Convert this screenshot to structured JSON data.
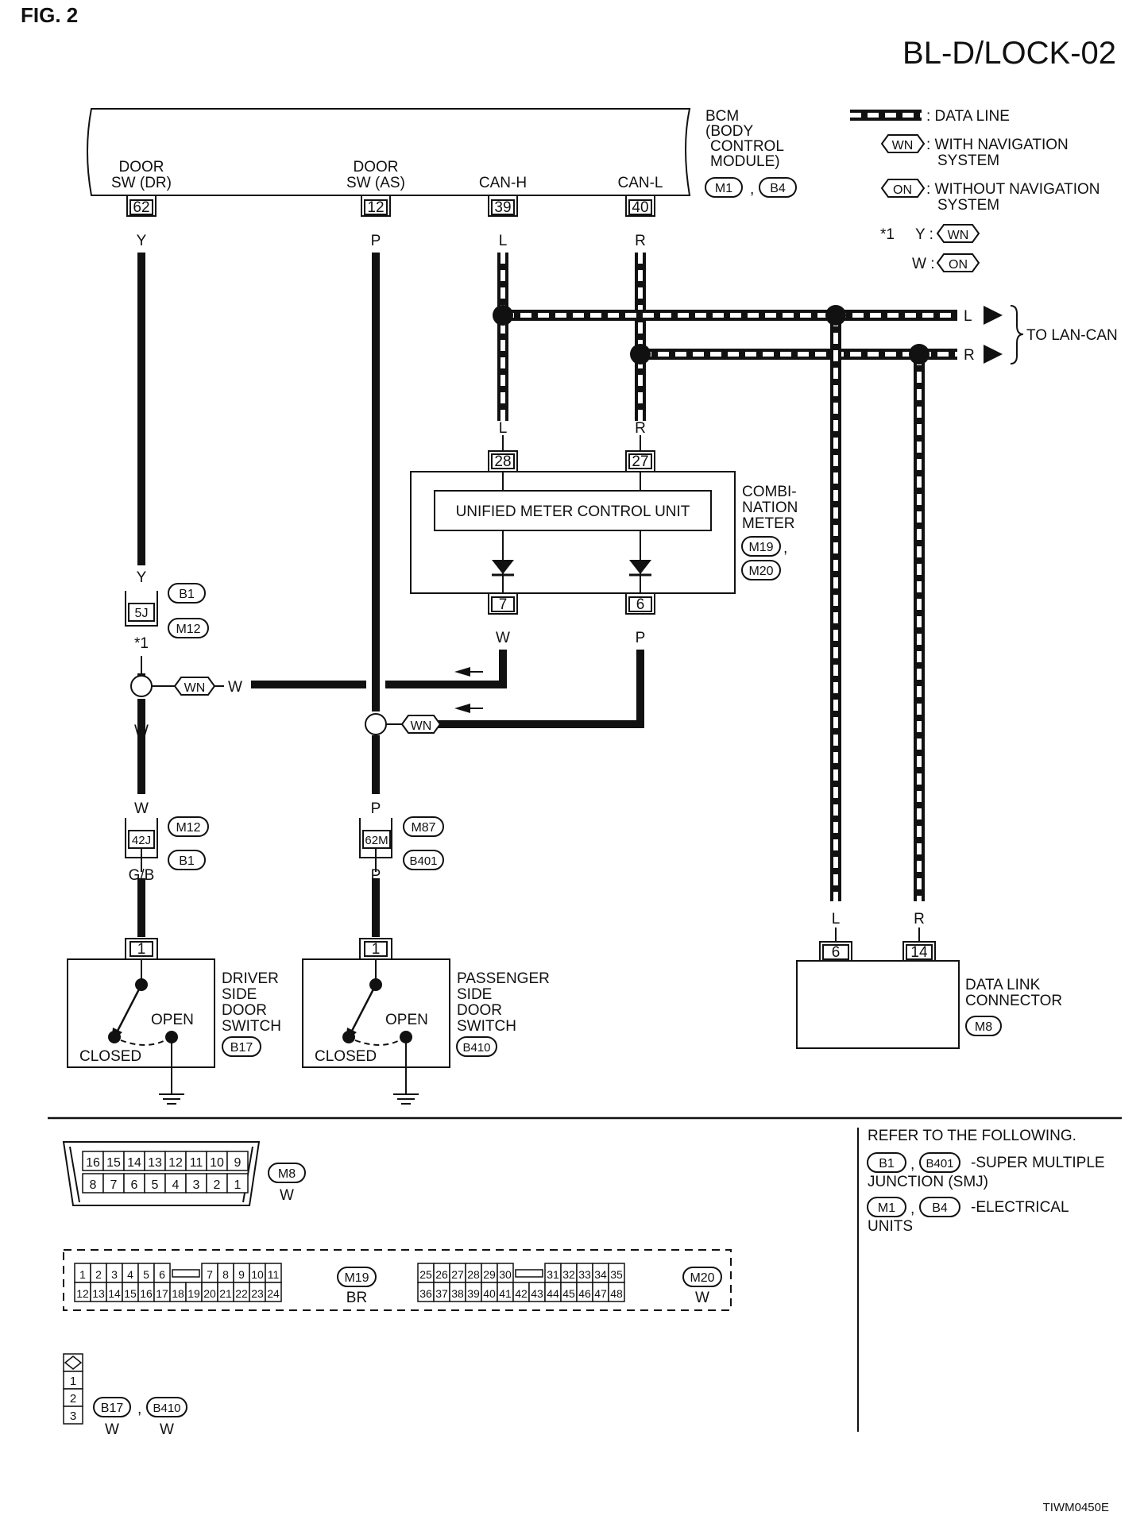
{
  "fig_label": "FIG. 2",
  "title": "BL-D/LOCK-02",
  "bcm": {
    "name_lines": [
      "BCM",
      "(BODY",
      "CONTROL",
      "MODULE)"
    ],
    "connectors": [
      "M1",
      "B4"
    ],
    "pins": [
      {
        "label_lines": [
          "DOOR",
          "SW (DR)"
        ],
        "pin": "62",
        "color": "Y"
      },
      {
        "label_lines": [
          "DOOR",
          "SW (AS)"
        ],
        "pin": "12",
        "color": "P"
      },
      {
        "label_lines": [
          "CAN-H"
        ],
        "pin": "39",
        "color": "L"
      },
      {
        "label_lines": [
          "CAN-L"
        ],
        "pin": "40",
        "color": "R"
      }
    ]
  },
  "legend": {
    "data_line": ": DATA LINE",
    "wn_badge": "WN",
    "wn_text_lines": [
      ": WITH NAVIGATION",
      "SYSTEM"
    ],
    "on_badge": "ON",
    "on_text_lines": [
      ": WITHOUT NAVIGATION",
      "SYSTEM"
    ],
    "note_mark": "*1",
    "note_y": "Y :",
    "note_w": "W :"
  },
  "lan": {
    "l_label": "L",
    "r_label": "R",
    "to_label": "TO LAN-CAN"
  },
  "meter": {
    "inner_label": "UNIFIED METER CONTROL UNIT",
    "name_lines": [
      "COMBI-",
      "NATION",
      "METER"
    ],
    "connectors": [
      "M19",
      "M20"
    ],
    "top_pins": [
      {
        "pin": "28",
        "color": "L"
      },
      {
        "pin": "27",
        "color": "R"
      }
    ],
    "bottom_pins": [
      {
        "pin": "7",
        "color": "W"
      },
      {
        "pin": "6",
        "color": "P"
      }
    ]
  },
  "left_branch": {
    "upper_color": "Y",
    "smj_pin": "5J",
    "smj_conns": [
      "B1",
      "M12"
    ],
    "note_mark": "*1",
    "wn_badge": "WN",
    "w_label": "W",
    "lower_w1": "W",
    "lower_w2": "W",
    "pin2": "42J",
    "pin2_conns": [
      "M12",
      "B1"
    ],
    "gb_label": "G/B"
  },
  "right_branch": {
    "wn_badge": "WN",
    "p1": "P",
    "pin2": "62M",
    "pin2_conns": [
      "M87",
      "B401"
    ],
    "p2": "P"
  },
  "driver_switch": {
    "pin": "1",
    "open": "OPEN",
    "closed": "CLOSED",
    "name_lines": [
      "DRIVER",
      "SIDE",
      "DOOR",
      "SWITCH"
    ],
    "connector": "B17"
  },
  "passenger_switch": {
    "pin": "1",
    "open": "OPEN",
    "closed": "CLOSED",
    "name_lines": [
      "PASSENGER",
      "SIDE",
      "DOOR",
      "SWITCH"
    ],
    "connector": "B410"
  },
  "dlc": {
    "pins": [
      {
        "pin": "6",
        "color": "L"
      },
      {
        "pin": "14",
        "color": "R"
      }
    ],
    "name_lines": [
      "DATA LINK",
      "CONNECTOR"
    ],
    "connector": "M8"
  },
  "connector_views": {
    "m8": {
      "top_row": [
        "16",
        "15",
        "14",
        "13",
        "12",
        "11",
        "10",
        "9"
      ],
      "bottom_row": [
        "8",
        "7",
        "6",
        "5",
        "4",
        "3",
        "2",
        "1"
      ],
      "id": "M8",
      "color": "W"
    },
    "m19": {
      "top_left": [
        "1",
        "2",
        "3",
        "4",
        "5",
        "6"
      ],
      "top_right": [
        "7",
        "8",
        "9",
        "10",
        "11"
      ],
      "bottom": [
        "12",
        "13",
        "14",
        "15",
        "16",
        "17",
        "18",
        "19",
        "20",
        "21",
        "22",
        "23",
        "24"
      ],
      "id": "M19",
      "color": "BR"
    },
    "m20": {
      "top_left": [
        "25",
        "26",
        "27",
        "28",
        "29",
        "30"
      ],
      "top_right": [
        "31",
        "32",
        "33",
        "34",
        "35"
      ],
      "bottom": [
        "36",
        "37",
        "38",
        "39",
        "40",
        "41",
        "42",
        "43",
        "44",
        "45",
        "46",
        "47",
        "48"
      ],
      "id": "M20",
      "color": "W"
    },
    "b17": {
      "pins": [
        "1",
        "2",
        "3"
      ],
      "ids": [
        "B17",
        "B410"
      ],
      "colors": [
        "W",
        "W"
      ]
    }
  },
  "refer": {
    "heading": "REFER TO THE FOLLOWING.",
    "smj_ids": [
      "B1",
      "B401"
    ],
    "smj_text_lines": [
      "-SUPER MULTIPLE",
      "JUNCTION (SMJ)"
    ],
    "eu_ids": [
      "M1",
      "B4"
    ],
    "eu_text_lines": [
      "-ELECTRICAL",
      "UNITS"
    ]
  },
  "footer_code": "TIWM0450E"
}
